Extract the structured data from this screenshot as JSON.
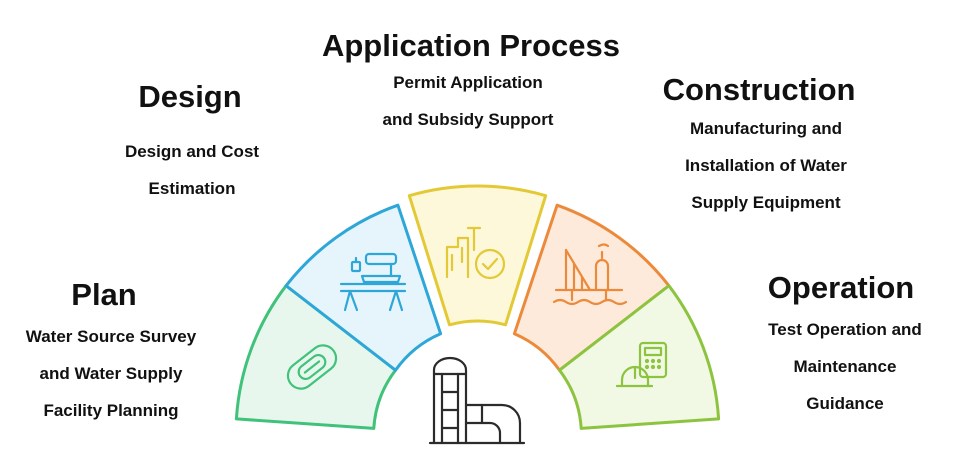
{
  "diagram": {
    "segments": [
      {
        "title": "Plan",
        "lines": [
          "Water Source Survey",
          "and Water Supply",
          "Facility Planning"
        ],
        "color": "#40c27a",
        "fill": "#e8f7ee",
        "icon": "sanitary-pad-icon"
      },
      {
        "title": "Design",
        "lines": [
          "Design and Cost",
          "Estimation"
        ],
        "color": "#2ea7d8",
        "fill": "#e6f5fc",
        "icon": "sewing-machine-icon"
      },
      {
        "title": "Application Process",
        "lines": [
          "Permit Application",
          "and Subsidy Support"
        ],
        "color": "#e2c935",
        "fill": "#fdf8d9",
        "icon": "approved-building-icon"
      },
      {
        "title": "Construction",
        "lines": [
          "Manufacturing and",
          "Installation of Water",
          "Supply Equipment"
        ],
        "color": "#ec8a3c",
        "fill": "#fdeadb",
        "icon": "offshore-rig-icon"
      },
      {
        "title": "Operation",
        "lines": [
          "Test Operation and",
          "Maintenance",
          "Guidance"
        ],
        "color": "#8cc33f",
        "fill": "#f1f8e4",
        "icon": "hardhat-calculator-icon"
      }
    ],
    "center_icon": "water-tower-pipe-icon"
  }
}
